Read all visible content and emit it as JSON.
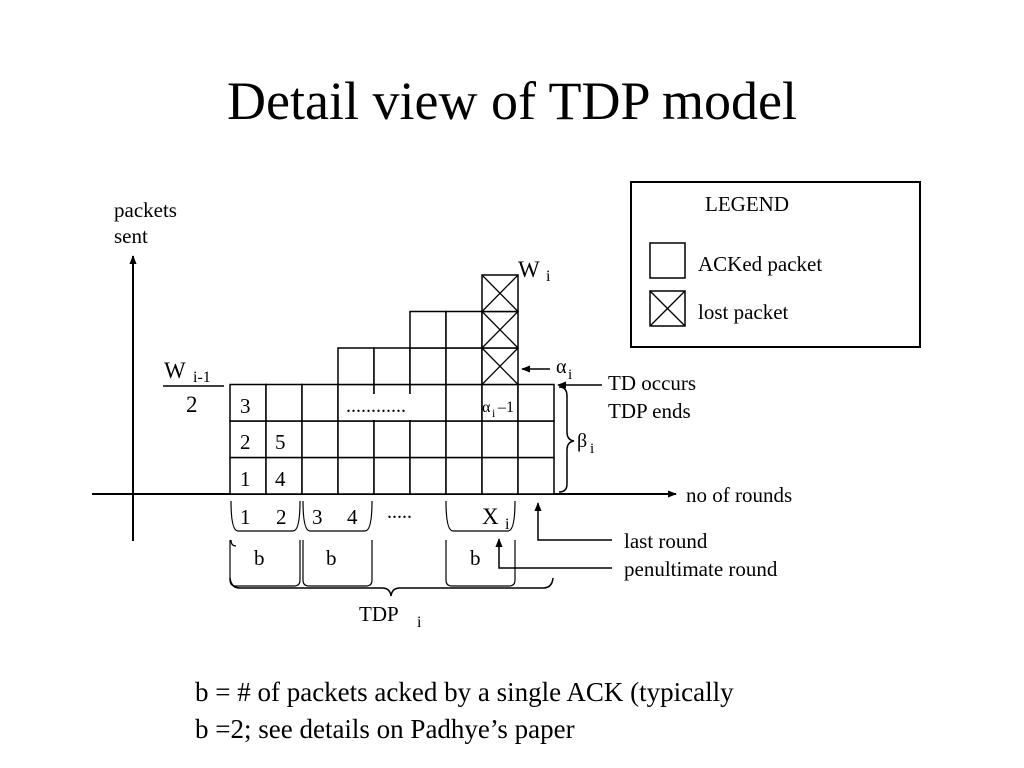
{
  "slide": {
    "title": "Detail view of TDP model"
  },
  "diagram": {
    "y_axis_label": [
      "packets",
      "sent"
    ],
    "x_axis_label": "no of rounds",
    "w_prev": {
      "main": "W",
      "sub": "i-1",
      "denominator": "2"
    },
    "w_i": {
      "main": "W",
      "sub": "i"
    },
    "alpha_i": {
      "main": "α",
      "sub": "i"
    },
    "alpha_i_minus": {
      "main": "α",
      "sub": "i",
      "rest": "–1"
    },
    "beta_i": {
      "main": "β",
      "sub": "i"
    },
    "td_note": [
      "TD occurs",
      "TDP ends"
    ],
    "cell_numbers": [
      "1",
      "2",
      "3",
      "4",
      "5"
    ],
    "dots_middle": "............",
    "rounds": [
      "1",
      "2",
      "3",
      "4"
    ],
    "rounds_dots": ".....",
    "x_i": {
      "main": "X",
      "sub": "i"
    },
    "b_label": "b",
    "tdp": {
      "main": "TDP",
      "sub": "i"
    },
    "last_round": "last round",
    "penultimate_round": "penultimate round"
  },
  "legend": {
    "title": "LEGEND",
    "items": [
      {
        "label": "ACKed packet",
        "icon": "empty-square-icon"
      },
      {
        "label": "lost packet",
        "icon": "crossed-square-icon"
      }
    ]
  },
  "caption": {
    "lines": [
      "b = # of packets acked by a single ACK (typically",
      "b =2; see details on Padhye’s paper"
    ]
  }
}
